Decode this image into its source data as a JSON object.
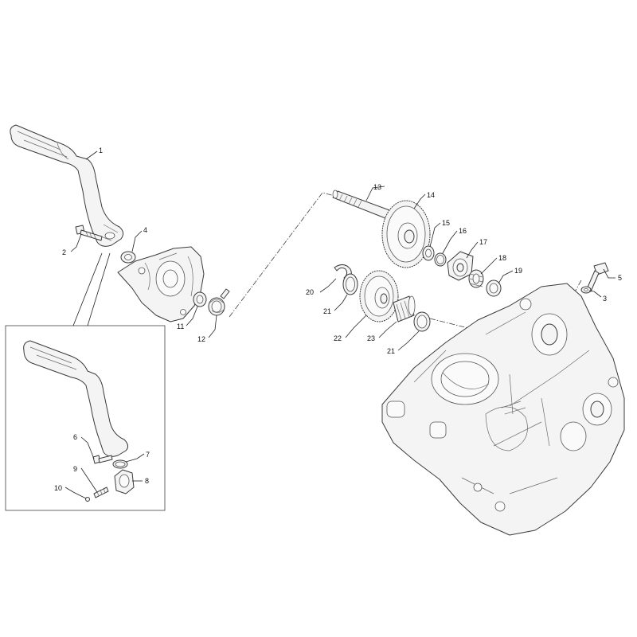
{
  "callouts": [
    {
      "id": "c1",
      "label": "1"
    },
    {
      "id": "c2",
      "label": "2"
    },
    {
      "id": "c3",
      "label": "3"
    },
    {
      "id": "c4",
      "label": "4"
    },
    {
      "id": "c5",
      "label": "5"
    },
    {
      "id": "c6",
      "label": "6"
    },
    {
      "id": "c7",
      "label": "7"
    },
    {
      "id": "c8",
      "label": "8"
    },
    {
      "id": "c9",
      "label": "9"
    },
    {
      "id": "c10",
      "label": "10"
    },
    {
      "id": "c11",
      "label": "11"
    },
    {
      "id": "c12",
      "label": "12"
    },
    {
      "id": "c13",
      "label": "13"
    },
    {
      "id": "c14",
      "label": "14"
    },
    {
      "id": "c15",
      "label": "15"
    },
    {
      "id": "c16",
      "label": "16"
    },
    {
      "id": "c17",
      "label": "17"
    },
    {
      "id": "c18",
      "label": "18"
    },
    {
      "id": "c19",
      "label": "19"
    },
    {
      "id": "c20",
      "label": "20"
    },
    {
      "id": "c21a",
      "label": "21"
    },
    {
      "id": "c21b",
      "label": "21"
    },
    {
      "id": "c22",
      "label": "22"
    },
    {
      "id": "c23",
      "label": "23"
    }
  ]
}
